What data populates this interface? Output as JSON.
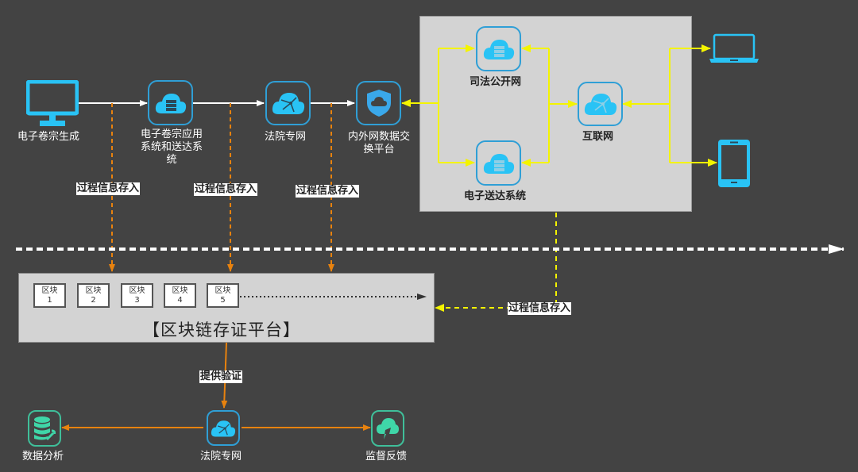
{
  "colors": {
    "background": "#434343",
    "panel": "#d3d3d3",
    "icon_blue": "#29c3f5",
    "node_border_blue": "#2f9fd6",
    "node_border_green": "#3fbf9a",
    "icon_green": "#3fd6a8",
    "arrow_white": "#ffffff",
    "arrow_yellow": "#f4f400",
    "arrow_orange": "#e8820e"
  },
  "top_flow": {
    "nodes": [
      {
        "id": "generate",
        "label": "电子卷宗生成",
        "icon": "monitor-icon"
      },
      {
        "id": "app_system",
        "label_lines": [
          "电子卷宗应用",
          "系统和送达系",
          "统"
        ],
        "icon": "cloud-server-icon"
      },
      {
        "id": "court_net",
        "label": "法院专网",
        "icon": "cloud-network-icon"
      },
      {
        "id": "exchange",
        "label_lines": [
          "内外网数据交",
          "换平台"
        ],
        "icon": "shield-cloud-icon"
      }
    ],
    "store_tags": [
      "过程信息存入",
      "过程信息存入",
      "过程信息存入"
    ]
  },
  "external_panel": {
    "nodes": [
      {
        "id": "judicial_public",
        "label": "司法公开网",
        "icon": "cloud-server-icon"
      },
      {
        "id": "e_delivery",
        "label": "电子送达系统",
        "icon": "cloud-server-icon"
      },
      {
        "id": "internet",
        "label": "互联网",
        "icon": "cloud-network-icon"
      }
    ],
    "devices": [
      {
        "id": "laptop",
        "icon": "laptop-icon"
      },
      {
        "id": "phone",
        "icon": "mobile-phone-icon"
      }
    ],
    "store_tag": "过程信息存入"
  },
  "blockchain": {
    "title": "【区块链存证平台】",
    "blocks": [
      {
        "name": "区块",
        "index": "1"
      },
      {
        "name": "区块",
        "index": "2"
      },
      {
        "name": "区块",
        "index": "3"
      },
      {
        "name": "区块",
        "index": "4"
      },
      {
        "name": "区块",
        "index": "5"
      }
    ],
    "verify_tag": "提供验证"
  },
  "bottom_flow": {
    "nodes": [
      {
        "id": "analysis",
        "label": "数据分析",
        "icon": "database-wrench-icon"
      },
      {
        "id": "court_net_2",
        "label": "法院专网",
        "icon": "cloud-network-icon"
      },
      {
        "id": "feedback",
        "label": "监督反馈",
        "icon": "cloud-lightning-icon"
      }
    ]
  }
}
